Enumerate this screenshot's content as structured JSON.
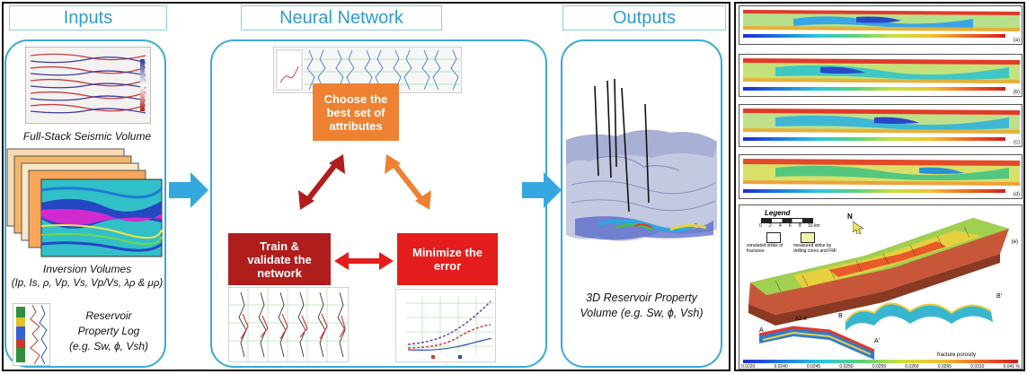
{
  "sections": {
    "inputs": "Inputs",
    "neural_network": "Neural Network",
    "outputs": "Outputs"
  },
  "inputs": {
    "seismic_caption": "Full-Stack Seismic Volume",
    "inversion_caption_line1": "Inversion Volumes",
    "inversion_caption_line2": "(Ip, Is, ρ, Vp, Vs, Vp/Vs, λρ & μρ)",
    "log_caption_line1": "Reservoir",
    "log_caption_line2": "Property Log",
    "log_caption_line3": "(e.g. Sw, ϕ, Vsh)"
  },
  "network": {
    "choose_line1": "Choose the",
    "choose_line2": "best set of",
    "choose_line3": "attributes",
    "train_line1": "Train &",
    "train_line2": "validate the",
    "train_line3": "network",
    "minimize_line1": "Minimize the",
    "minimize_line2": "error"
  },
  "outputs": {
    "caption_line1": "3D Reservoir Property",
    "caption_line2": "Volume (e.g. Sw, ϕ, Vsh)"
  },
  "right_panel": {
    "map_labels": [
      "(a)",
      "(b)",
      "(c)",
      "(d)",
      "(e)"
    ],
    "legend_title": "Legend",
    "scale_ticks": [
      "0",
      "2",
      "4",
      "6",
      "8",
      "10 km"
    ],
    "north": "N",
    "legend_item1": "simulated strike of fractures",
    "legend_item2": "measured strike by drilling cores and FMI",
    "section_labels": [
      "A",
      "A'",
      "B",
      "B'",
      "A2-8"
    ],
    "colorbar_title": "fracture porosity",
    "colorbar_ticks": [
      "0.0220",
      "0.0240",
      "0.0245",
      "0.0250",
      "0.0255",
      "0.0260",
      "0.0265",
      "0.0310",
      "0.041 %"
    ]
  },
  "colors": {
    "header_text": "#2f9bd0",
    "panel_border": "#39a9dd",
    "arrow_blue": "#35a8df",
    "box_orange": "#ee8132",
    "box_darkred": "#b01d1d",
    "box_red": "#e41c1c"
  }
}
